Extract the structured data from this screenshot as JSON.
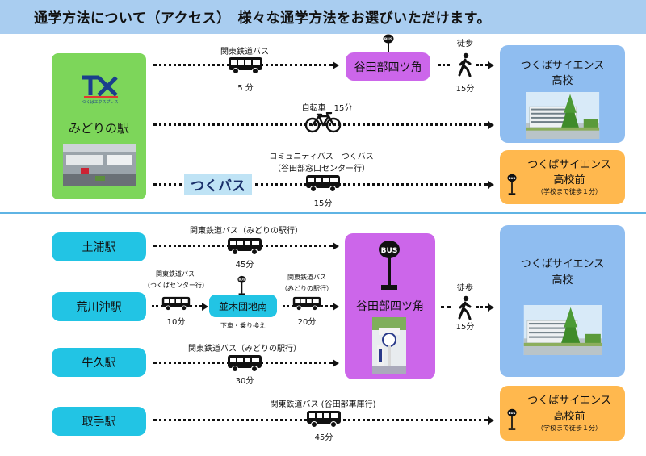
{
  "header": {
    "title": "通学方法について（アクセス）　様々な通学方法をお選びいただけます。"
  },
  "top": {
    "origin": {
      "logo_text": "TX",
      "logo_sub": "つくばエクスプレス",
      "label": "みどりの駅"
    },
    "route1": {
      "bus_label": "関東鉄道バス",
      "bus_time": "5 分",
      "stop": "谷田部四ツ角",
      "walk_label": "徒歩",
      "walk_time": "15分"
    },
    "route2": {
      "label": "自転車　15分"
    },
    "route3": {
      "label_line1": "コミュニティバス　つくバス",
      "label_line2": "（谷田部窓口センター行）",
      "time": "15分",
      "logo_text": "つくバス"
    },
    "dest_school": {
      "line1": "つくばサイエンス",
      "line2": "高校"
    },
    "dest_stop": {
      "line1": "つくばサイエンス",
      "line2": "高校前",
      "note": "（学校まで徒歩１分）"
    }
  },
  "bottom": {
    "tsuchiura": {
      "label": "土浦駅",
      "bus_label": "関東鉄道バス（みどりの駅行）",
      "time": "45分"
    },
    "arakawaoki": {
      "label": "荒川沖駅",
      "bus1_line1": "関東鉄道バス",
      "bus1_line2": "（つくばセンター行）",
      "bus1_time": "10分",
      "transfer": "並木団地南",
      "transfer_note": "下車・乗り換え",
      "bus2_line1": "関東鉄道バス",
      "bus2_line2": "（みどりの駅行）",
      "bus2_time": "20分"
    },
    "ushiku": {
      "label": "牛久駅",
      "bus_label": "関東鉄道バス（みどりの駅行）",
      "time": "30分"
    },
    "toride": {
      "label": "取手駅",
      "bus_label": "関東鉄道バス (谷田部車庫行)",
      "time": "45分"
    },
    "hub": {
      "label": "谷田部四ツ角",
      "walk_label": "徒歩",
      "walk_time": "15分"
    },
    "dest_school": {
      "line1": "つくばサイエンス",
      "line2": "高校"
    },
    "dest_stop": {
      "line1": "つくばサイエンス",
      "line2": "高校前",
      "note": "（学校まで徒歩１分）"
    }
  },
  "icons": {
    "bus": "bus-icon",
    "bicycle": "bicycle-icon",
    "walker": "walking-person-icon",
    "bus_stop": "bus-stop-sign-icon",
    "building": "school-building-image"
  },
  "colors": {
    "header": "#a9cdf0",
    "origin_green": "#7dd65a",
    "station_cyan": "#22c4e4",
    "stop_purple": "#cc66ea",
    "school_blue": "#8fbdf0",
    "stop_orange": "#ffb84e"
  }
}
